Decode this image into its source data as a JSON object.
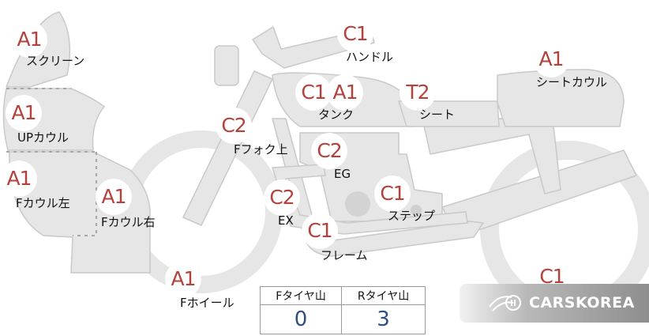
{
  "colors": {
    "part_fill": "#e6e6e6",
    "part_stroke": "#c9c9c9",
    "badge_text": "#b4413c",
    "value_text": "#2f4f82"
  },
  "badges": {
    "screen": "A1",
    "up_cowl": "A1",
    "f_cowl_left": "A1",
    "f_cowl_right": "A1",
    "handle": "C1",
    "tank_c": "C1",
    "tank_a": "A1",
    "seat": "T2",
    "seat_cowl": "A1",
    "f_fork": "C2",
    "eg": "C2",
    "ex": "C2",
    "step": "C1",
    "frame": "C1",
    "f_wheel": "A1",
    "r_wheel": "C1"
  },
  "labels": {
    "screen": "スクリーン",
    "up_cowl": "UPカウル",
    "f_cowl_left": "Fカウル左",
    "f_cowl_right": "Fカウル右",
    "handle": "ハンドル",
    "tank": "タンク",
    "seat": "シート",
    "seat_cowl": "シートカウル",
    "f_fork": "Fフォク上",
    "eg": "EG",
    "ex": "EX",
    "step": "ステップ",
    "frame": "フレーム",
    "f_wheel": "Fホイール"
  },
  "tyre_table": {
    "front_header": "Fタイヤ山",
    "rear_header": "Rタイヤ山",
    "front_value": "0",
    "rear_value": "3"
  },
  "watermark": {
    "text": "CARSKOREA",
    "icon": "carskorea-logo-icon"
  }
}
